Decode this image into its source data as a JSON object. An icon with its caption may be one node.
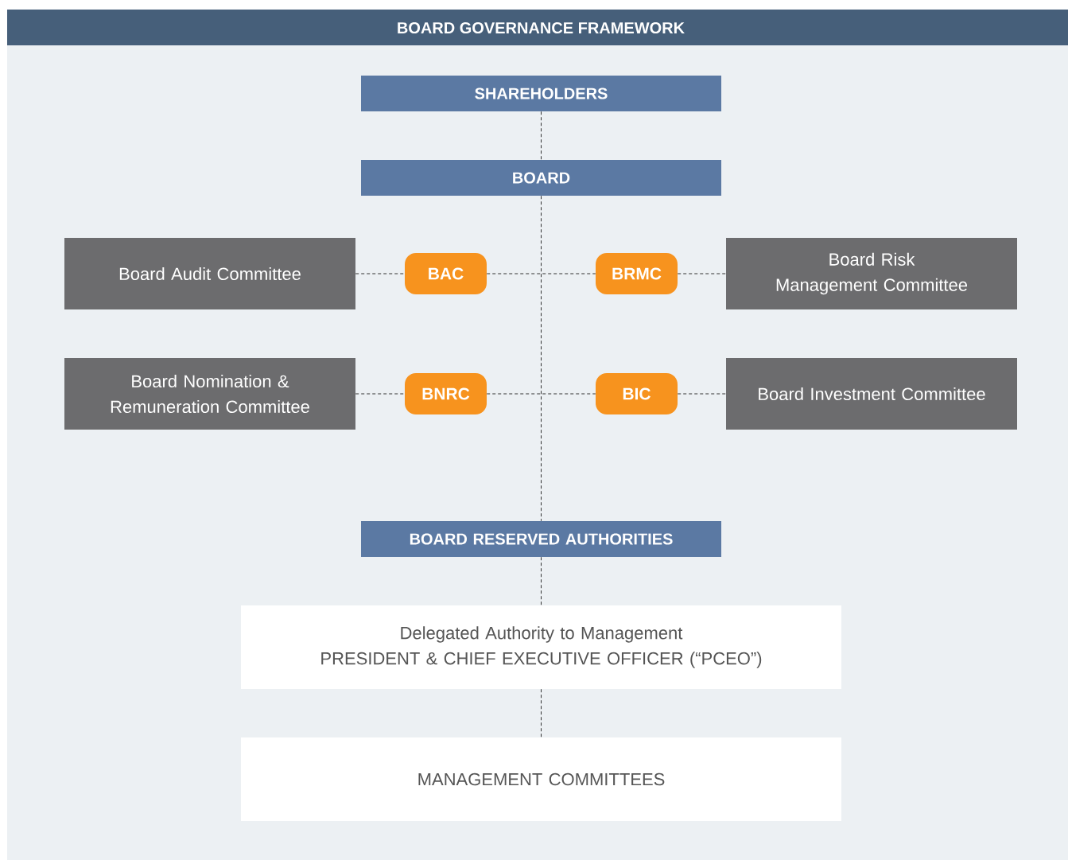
{
  "diagram": {
    "title": "BOARD GOVERNANCE FRAMEWORK",
    "nodes": [
      {
        "text": [
          "SHAREHOLDERS"
        ]
      },
      {
        "text": [
          "BOARD"
        ]
      },
      {
        "text": [
          "Board Audit Committee"
        ]
      },
      {
        "text": [
          "BAC"
        ]
      },
      {
        "text": [
          "BRMC"
        ]
      },
      {
        "text": [
          "Board Risk Management Committee"
        ]
      },
      {
        "text": [
          "Board Nomination & Remuneration Committee"
        ]
      },
      {
        "text": [
          "BNRC"
        ]
      },
      {
        "text": [
          "BIC"
        ]
      },
      {
        "text": [
          "Board Investment Committee"
        ]
      },
      {
        "text": [
          "BOARD RESERVED AUTHORITIES"
        ]
      },
      {
        "text": [
          "Delegated Authority to Management",
          "PRESIDENT & CHIEF EXECUTIVE OFFICER (“PCEO”)"
        ]
      },
      {
        "text": [
          "MANAGEMENT COMMITTEES"
        ]
      }
    ],
    "edges": [
      {
        "from": 0,
        "to": 1,
        "arrow": "none",
        "style": "dashed"
      },
      {
        "from": 1,
        "to": 10,
        "arrow": "none",
        "style": "dashed"
      },
      {
        "from": 2,
        "to": 3,
        "arrow": "none",
        "style": "dashed"
      },
      {
        "from": 3,
        "to": 4,
        "arrow": "none",
        "style": "dashed"
      },
      {
        "from": 4,
        "to": 5,
        "arrow": "none",
        "style": "dashed"
      },
      {
        "from": 6,
        "to": 7,
        "arrow": "none",
        "style": "dashed"
      },
      {
        "from": 7,
        "to": 8,
        "arrow": "none",
        "style": "dashed"
      },
      {
        "from": 8,
        "to": 9,
        "arrow": "none",
        "style": "dashed"
      },
      {
        "from": 10,
        "to": 11,
        "arrow": "none",
        "style": "dashed"
      },
      {
        "from": 11,
        "to": 12,
        "arrow": "none",
        "style": "dashed"
      }
    ]
  }
}
